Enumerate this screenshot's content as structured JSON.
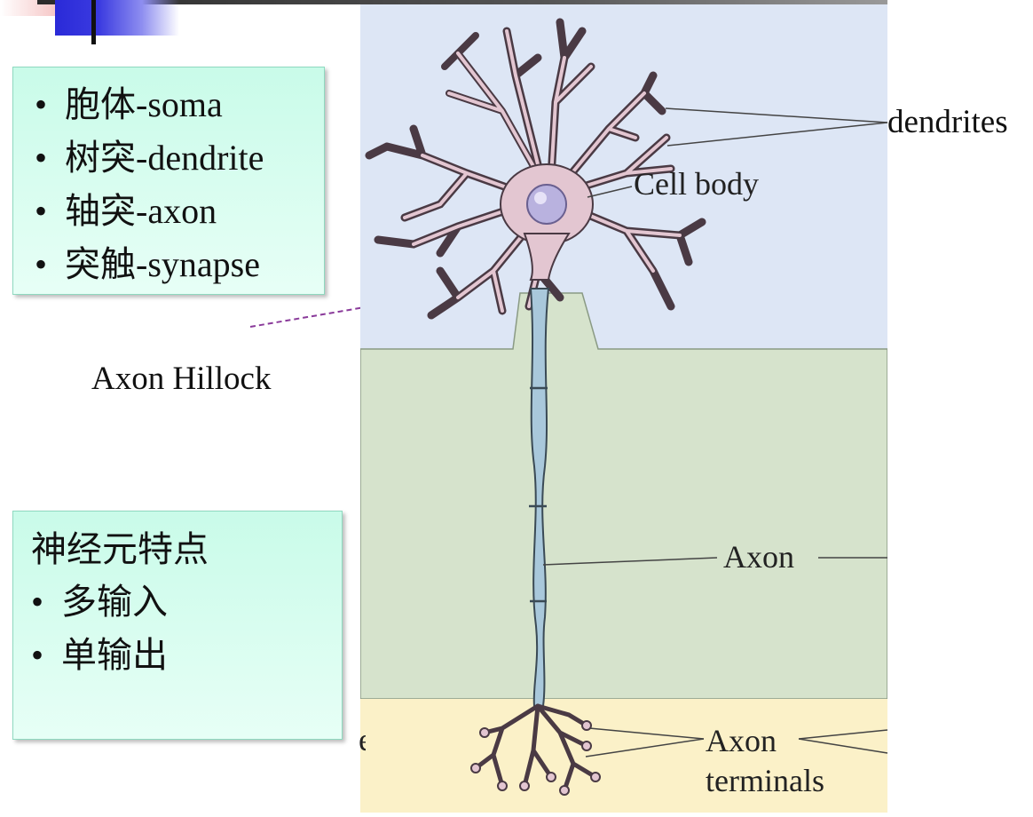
{
  "box_soma": {
    "items": [
      {
        "cn": "胞体",
        "en": "-soma"
      },
      {
        "cn": "树突",
        "en": "-dendrite"
      },
      {
        "cn": "轴突",
        "en": "-axon"
      },
      {
        "cn": "突触",
        "en": "-synapse"
      }
    ],
    "bullet": "•"
  },
  "box_features": {
    "heading": "神经元特点",
    "items": [
      "多输入",
      "单输出"
    ],
    "bullet": "•"
  },
  "labels": {
    "dendrites": "dendrites",
    "cell_body": "Cell body",
    "axon": "Axon",
    "axon_terminals_line1": "Axon",
    "axon_terminals_line2": "terminals",
    "axon_hillock": "Axon Hillock",
    "edge_fragment": "e"
  },
  "colors": {
    "upper_region": "#dde6f5",
    "middle_region": "#d6e3cc",
    "lower_region": "#fbf1c8",
    "neuron_fill": "#e3c6d1",
    "neuron_stroke": "#4a3a44",
    "axon_fill": "#a9c8db",
    "hillock_pointer": "#8a3a9a",
    "note_box": "#d4fbee"
  }
}
